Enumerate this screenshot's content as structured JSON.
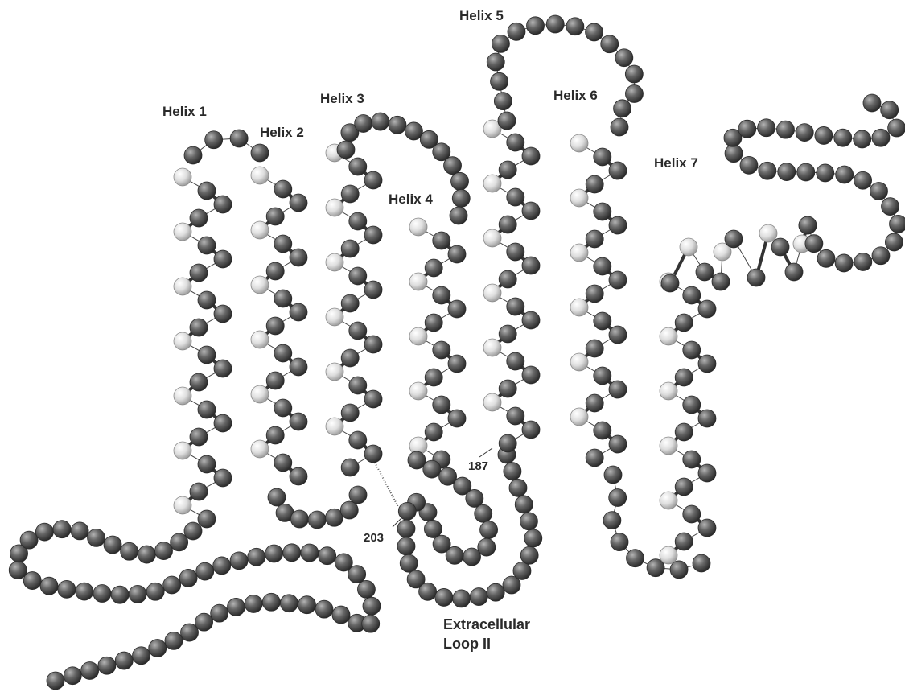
{
  "labels": {
    "helix1": "Helix 1",
    "helix2": "Helix 2",
    "helix3": "Helix 3",
    "helix4": "Helix 4",
    "helix5": "Helix 5",
    "helix6": "Helix 6",
    "helix7": "Helix 7",
    "residue_187": "187",
    "residue_203": "203",
    "loop_line1": "Extracellular",
    "loop_line2": "Loop II"
  },
  "colors": {
    "dark_residue": "#585858",
    "light_residue": "#dcdcdc",
    "bond": "#333333",
    "text": "#2a2a2a"
  }
}
